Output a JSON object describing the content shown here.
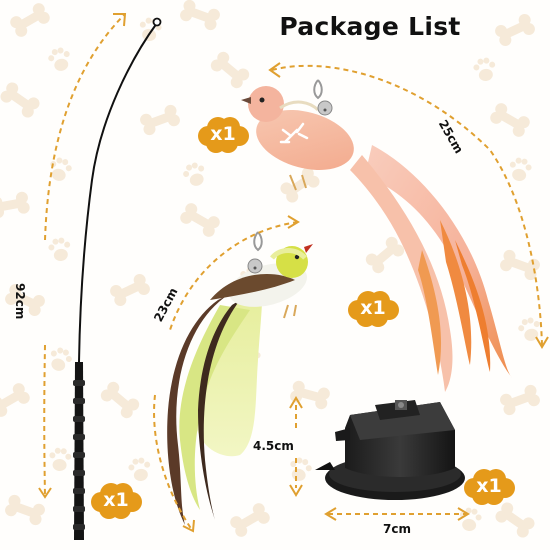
{
  "title": "Package List",
  "colors": {
    "accent": "#e59a1a",
    "dimension_arrow": "#e0a030",
    "bone_background": "#f6ead9",
    "text": "#111111"
  },
  "items": [
    {
      "name": "cat teaser wand",
      "length_label": "92cm",
      "quantity_label": "x1"
    },
    {
      "name": "pink feather bird",
      "length_label": "25cm",
      "quantity_label": "x1"
    },
    {
      "name": "green feather bird",
      "length_label": "23cm",
      "quantity_label": "x1"
    },
    {
      "name": "suction cup base",
      "height_label": "4.5cm",
      "width_label": "7cm",
      "quantity_label": "x1"
    }
  ]
}
